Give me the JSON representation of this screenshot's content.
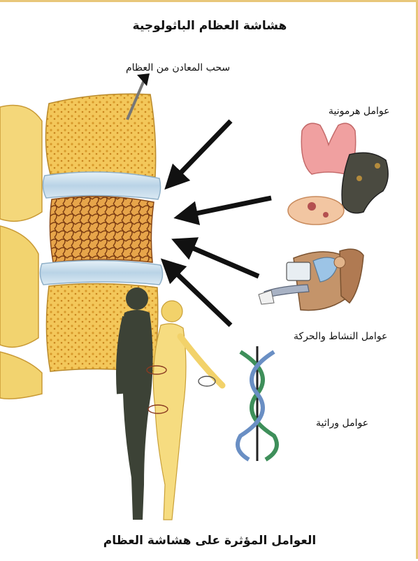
{
  "title": "هشاشة العظام الباثولوجية",
  "labels": {
    "mineral_loss": "سحب المعادن من العظام",
    "hormonal": "عوامل هرمونية",
    "activity": "عوامل النشاط والحركة",
    "genetic": "عوامل وراثية"
  },
  "caption": "العوامل المؤثرة على هشاشة العظام"
}
